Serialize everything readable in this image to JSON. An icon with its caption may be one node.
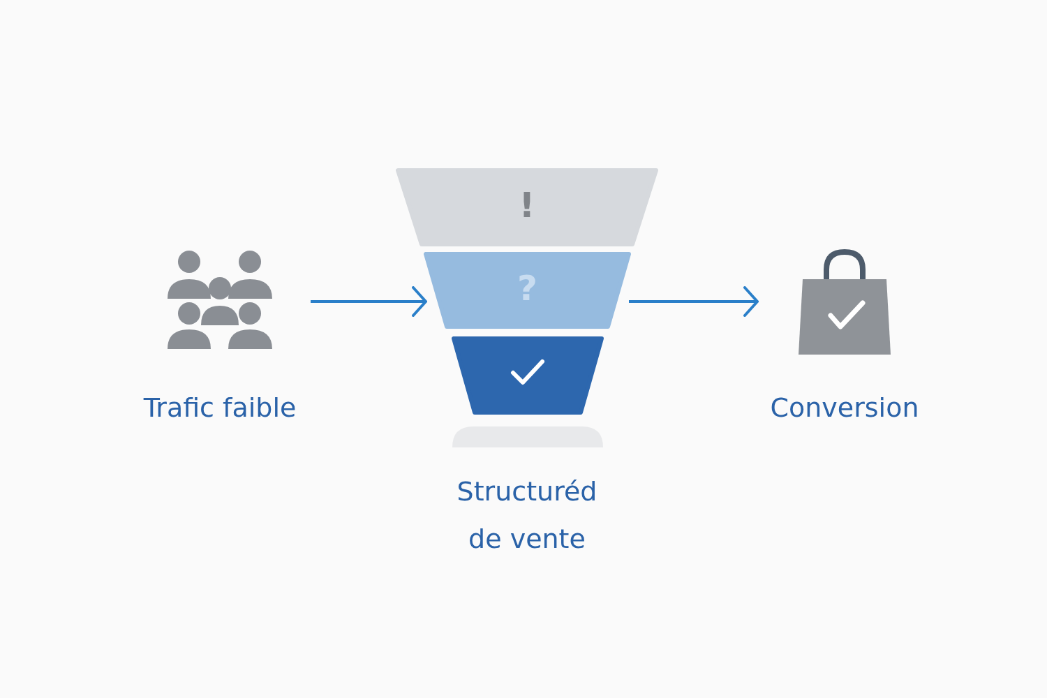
{
  "diagram": {
    "nodes": [
      {
        "text": [
          "Trafic faible"
        ]
      },
      {
        "text": [
          "!"
        ]
      },
      {
        "text": [
          "?"
        ]
      },
      {
        "text": [],
        "shape": "bar"
      },
      {
        "text": [],
        "shape": "bar"
      },
      {
        "text": [
          "Conversion"
        ]
      }
    ],
    "edges": [
      {
        "from": 0,
        "to": 2,
        "arrow": "to"
      },
      {
        "from": 2,
        "to": 5,
        "arrow": "to"
      }
    ],
    "labels": [
      "Structuréd de vente"
    ]
  }
}
